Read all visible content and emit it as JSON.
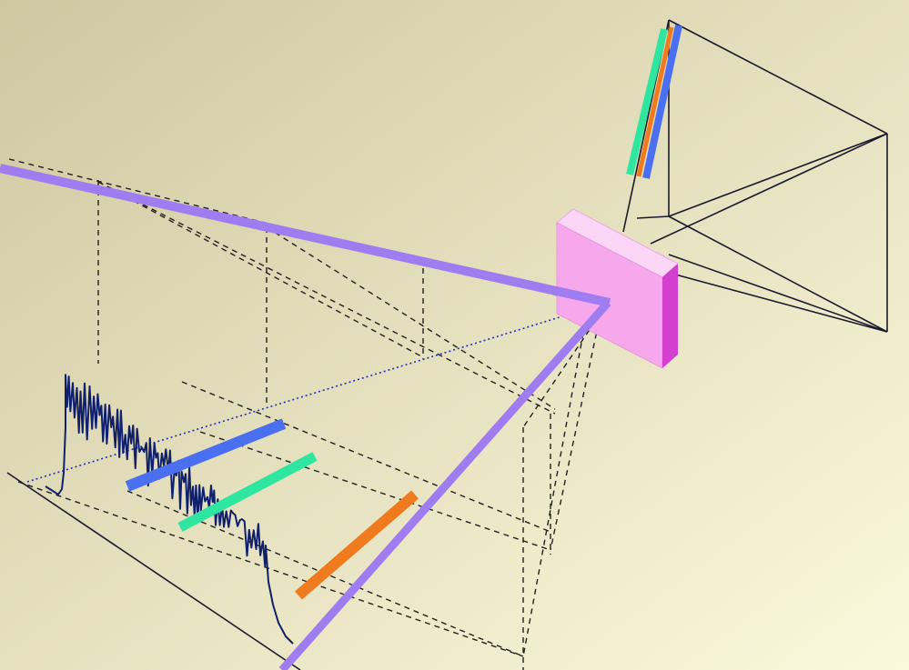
{
  "scene": {
    "background": {
      "top_left": "#cfc7a0",
      "bottom_right": "#fbf9dc"
    },
    "colors": {
      "beam": "#9f7df0",
      "blue_band": "#4a6ff0",
      "green_band": "#2fe6a0",
      "orange_band": "#f07a1e",
      "crystal_front": "#f7a8ec",
      "crystal_top": "#fcd6f6",
      "crystal_side": "#d43fd0",
      "spectrum_trace": "#10206a",
      "frame_lines": "#1a1a2e",
      "dashed_lines": "#202020",
      "dotted_lines": "#2030c0"
    },
    "elements": [
      "incident-beam",
      "diffracted-beam",
      "crystal",
      "detector-frame",
      "spectrum-trace",
      "wavelength-bands"
    ]
  }
}
